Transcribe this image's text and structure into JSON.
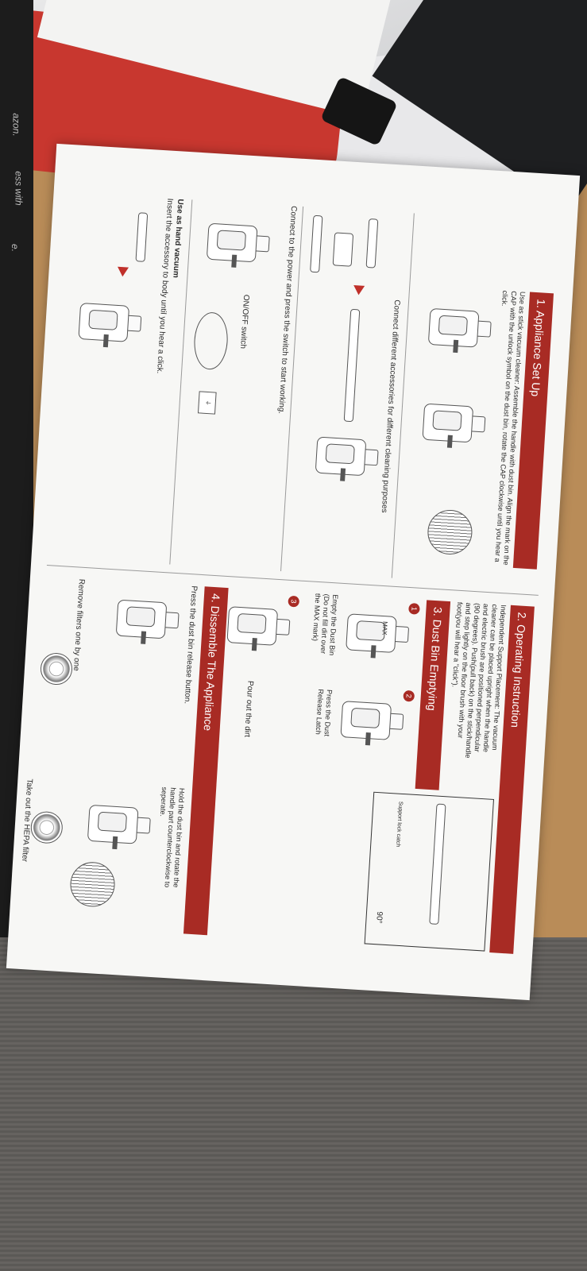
{
  "edge_texts": [
    "azon.",
    "ess with",
    "e."
  ],
  "sheet": {
    "s1_title": "1. Appliance Set Up",
    "s1_text": "Use as stick vacuum cleaner: Assemble the handle with dust bin. Align the mark on the CAP with the unlock symbol on the dust bin, rotate the CAP clockwise until you hear a click.",
    "s1_accessories": "Connect different accessories for different cleaning purposes",
    "s1_power": "Connect to the power and press the switch to start working.",
    "onoff_label": "ON/OFF switch",
    "hand_title": "Use as hand vacuum",
    "hand_text": "Insert the accessory to body until you hear a click.",
    "s2_title": "2. Operating Instruction",
    "s2_text": "Independent Support Placement: The vacuum cleaner can be placed upright when the handle and electric brush are positioned perpendicular (90 degrees). Push(pull back) on the stick/handle and step lightly on the floor brush with your foot(you will hear a \"click\").",
    "support_lock_label": "Support lock catch",
    "angle_label": "90°",
    "s3_title": "3. Dust Bin Emptying",
    "step1_text": "Empty the Dust Bin (Do not fill dirt over the MAX mark)",
    "max_label": "MAX",
    "step2_text": "Press the Dust Release Latch",
    "step3_text": "Pour out the dirt",
    "step_numbers": [
      "1",
      "2",
      "3"
    ],
    "s4_title": "4. Dissemble The Appliance",
    "s4_press": "Press the dust bin release button.",
    "s4_hold": "Hold the dust bin and rotate the handle part counterclockwise to seperate.",
    "s4_filters": "Remove filters one by one",
    "s4_hepa": "Take out the HEPA filter"
  },
  "colors": {
    "accent": "#a82b24",
    "paper": "#f7f7f5"
  }
}
